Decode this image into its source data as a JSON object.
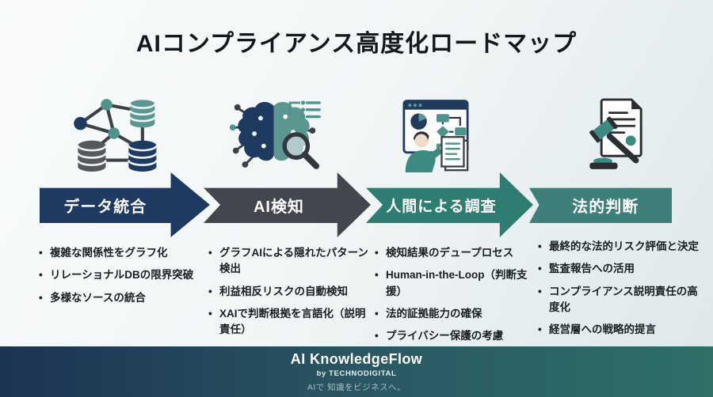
{
  "title": "AIコンプライアンス高度化ロードマップ",
  "stages": [
    {
      "label": "データ統合",
      "icon": "database-network-icon",
      "color": "#1e3a60",
      "bullets": [
        "複雑な関係性をグラフ化",
        "リレーショナルDBの限界突破",
        "多様なソースの統合"
      ]
    },
    {
      "label": "AI検知",
      "icon": "ai-brain-search-icon",
      "color": "#43474d",
      "bullets": [
        "グラフAIによる隠れたパターン検出",
        "利益相反リスクの自動検知",
        "XAIで判断根拠を言語化（説明責任）"
      ]
    },
    {
      "label": "人間による調査",
      "icon": "human-review-flowchart-icon",
      "color": "#2f7d72",
      "bullets": [
        "検知結果のデュープロセス",
        "Human-in-the-Loop（判断支援）",
        "法的証拠能力の確保",
        "プライバシー保護の考慮"
      ]
    },
    {
      "label": "法的判断",
      "icon": "gavel-document-icon",
      "color": "#3f7f79",
      "bullets": [
        "最終的な法的リスク評価と決定",
        "監査報告への活用",
        "コンプライアンス説明責任の高度化",
        "経営層への戦略的提言"
      ]
    }
  ],
  "footer": {
    "brand": "AI KnowledgeFlow",
    "byline": "by TECHNODIGITAL",
    "tagline": "AIで 知識をビジネスへ。"
  },
  "colors": {
    "background_start": "#f9fbfb",
    "background_end": "#dde7e9",
    "navy": "#1e3a60",
    "dark_gray": "#43474d",
    "teal": "#2f7d72",
    "teal_light": "#5b9691",
    "footer_gradient_start": "#1d3353",
    "footer_gradient_end": "#2f7068"
  }
}
